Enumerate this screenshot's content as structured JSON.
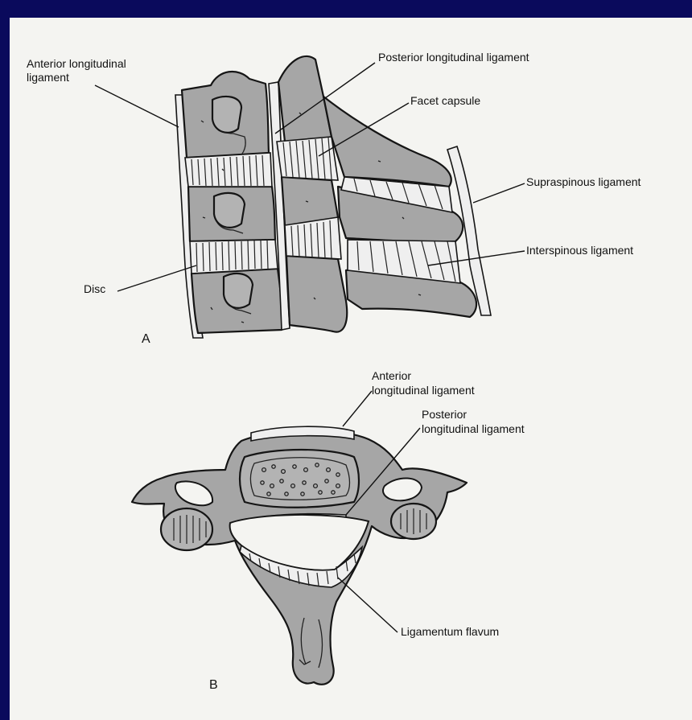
{
  "figure": {
    "panel_a_letter": "A",
    "panel_b_letter": "B",
    "labels": {
      "anterior_longitudinal_a_line1": "Anterior longitudinal",
      "anterior_longitudinal_a_line2": "ligament",
      "posterior_longitudinal_a": "Posterior longitudinal ligament",
      "facet_capsule": "Facet capsule",
      "supraspinous": "Supraspinous ligament",
      "interspinous": "Interspinous ligament",
      "disc": "Disc",
      "anterior_longitudinal_b_line1": "Anterior",
      "anterior_longitudinal_b_line2": "longitudinal ligament",
      "posterior_longitudinal_b_line1": "Posterior",
      "posterior_longitudinal_b_line2": "longitudinal ligament",
      "ligamentum_flavum": "Ligamentum flavum"
    }
  },
  "colors": {
    "slide_background": "#0a0a5c",
    "paper": "#f4f4f1",
    "bone": "#a6a6a6",
    "ligament": "#efefef",
    "ink": "#151515"
  }
}
